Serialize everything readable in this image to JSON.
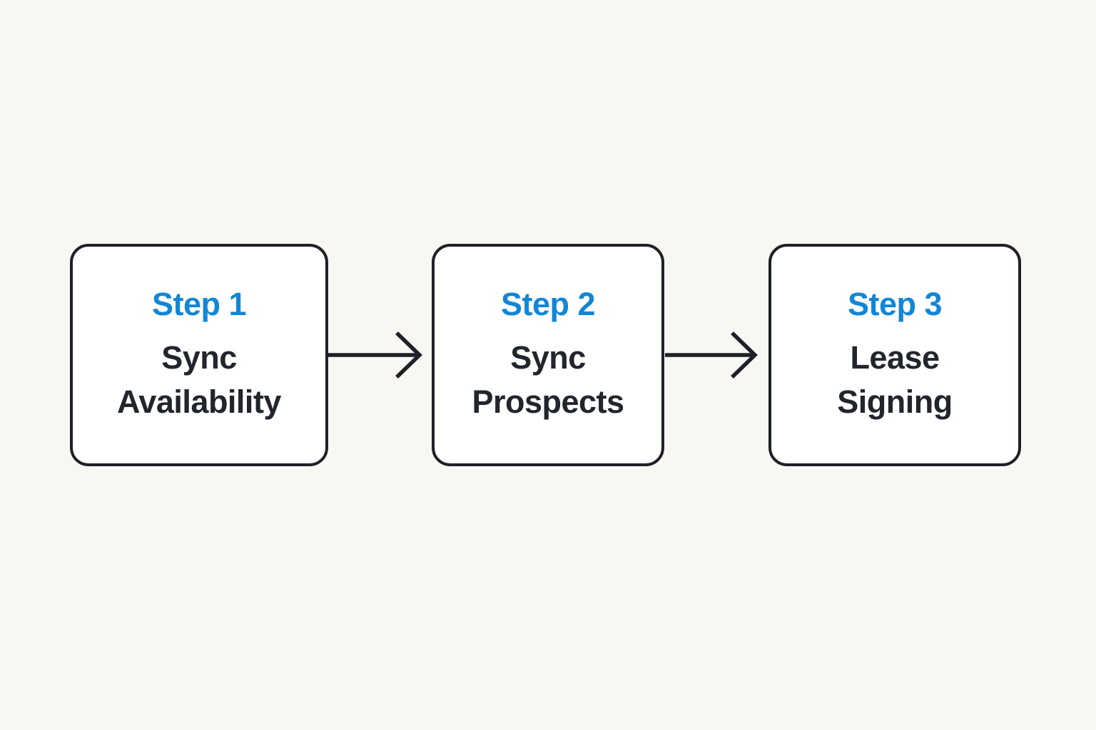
{
  "diagram": {
    "steps": [
      {
        "label": "Step 1",
        "title_lines": [
          "Sync",
          "Availability"
        ]
      },
      {
        "label": "Step 2",
        "title_lines": [
          "Sync",
          "Prospects"
        ]
      },
      {
        "label": "Step 3",
        "title_lines": [
          "Lease",
          "Signing"
        ]
      }
    ]
  },
  "colors": {
    "accent": "#1286d6",
    "text": "#22262c",
    "line": "#1d2127",
    "box-bg": "#ffffff",
    "page-bg": "#f8f7f4"
  }
}
